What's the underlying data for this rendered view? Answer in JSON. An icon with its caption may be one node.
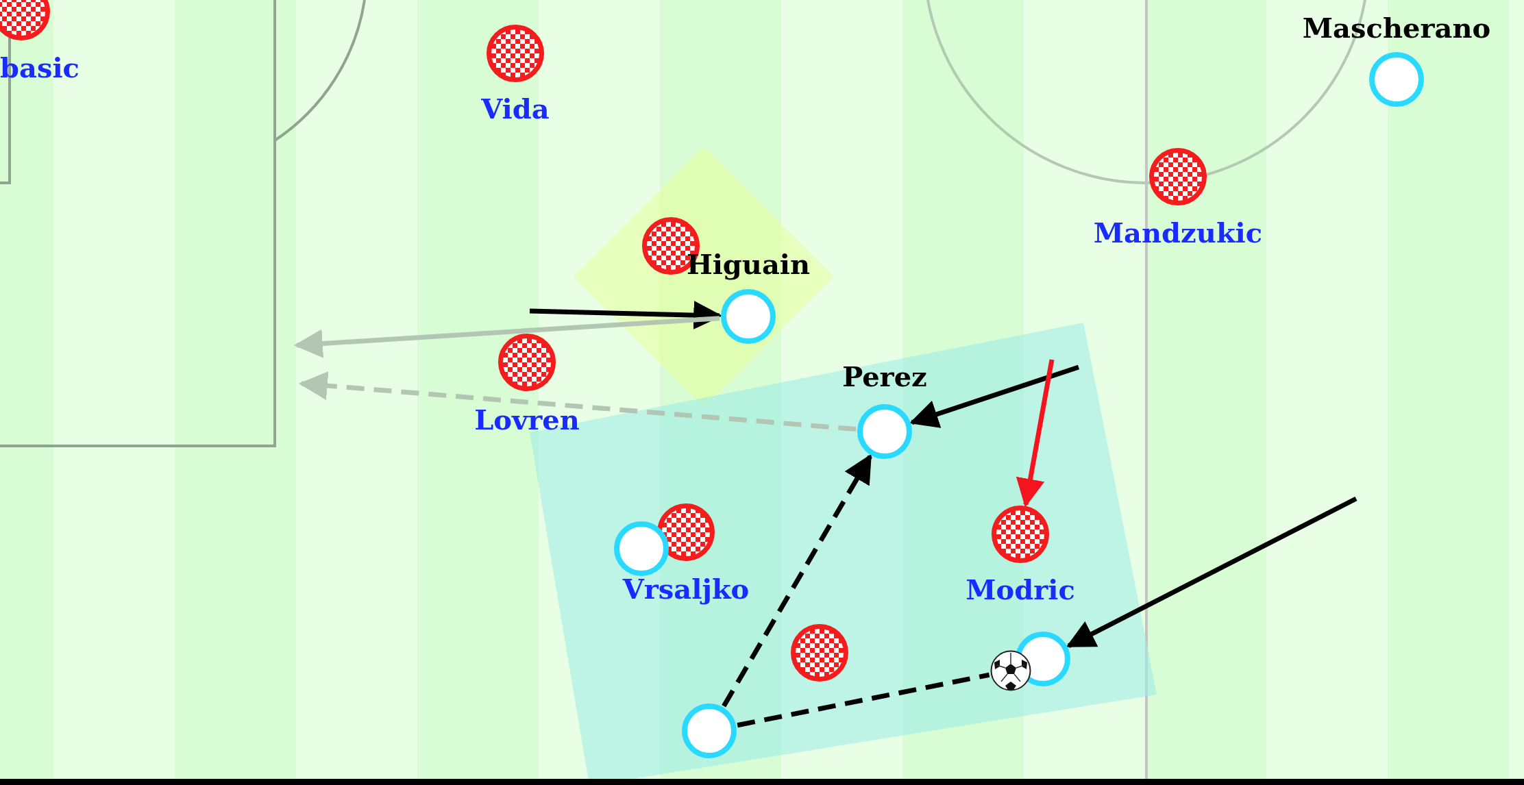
{
  "diagram": {
    "nodes": [
      {
        "text": [
          "basic"
        ]
      },
      {
        "text": [
          "Vida"
        ]
      },
      {
        "text": [
          "Mascherano"
        ]
      },
      {
        "text": [
          "Mandzukic"
        ]
      },
      {
        "text": [],
        "shape": "circle"
      },
      {
        "text": [
          "Higuain"
        ]
      },
      {
        "text": [
          "Lovren"
        ]
      },
      {
        "text": [
          "Perez"
        ]
      },
      {
        "text": [
          "Vrsaljko"
        ]
      },
      {
        "text": [
          "Modric"
        ]
      },
      {
        "text": [],
        "shape": "circle"
      },
      {
        "text": [],
        "shape": "circle"
      },
      {
        "text": [],
        "shape": "circle"
      },
      {
        "text": [],
        "shape": "ball"
      },
      {
        "text": [],
        "shape": "circle"
      }
    ],
    "edges": [
      {
        "from": null,
        "to": 5,
        "arrow": "to"
      },
      {
        "from": 5,
        "to": null,
        "arrow": "to",
        "color": "#b3c5b3"
      },
      {
        "from": 7,
        "to": null,
        "arrow": "to",
        "style": "dashed",
        "color": "#b3c5b3"
      },
      {
        "from": null,
        "to": 7,
        "arrow": "to"
      },
      {
        "from": null,
        "to": 9,
        "arrow": "to",
        "color": "#f5141e"
      },
      {
        "from": 14,
        "to": 7,
        "arrow": "to",
        "style": "dashed"
      },
      {
        "from": 14,
        "to": 13,
        "arrow": "none",
        "style": "dashed"
      },
      {
        "from": null,
        "to": 12,
        "arrow": "to"
      }
    ]
  }
}
